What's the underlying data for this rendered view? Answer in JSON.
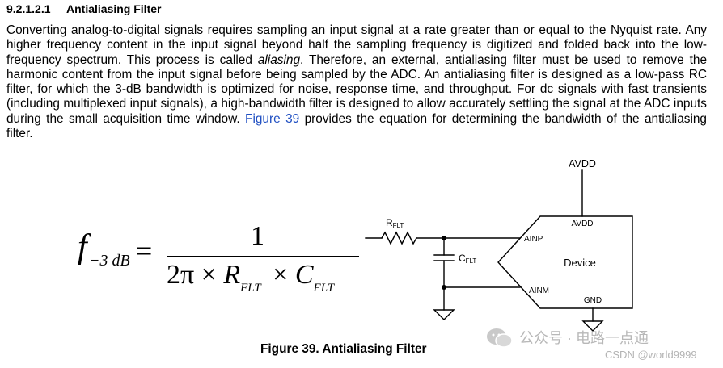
{
  "section": {
    "number": "9.2.1.2.1",
    "title": "Antialiasing Filter"
  },
  "body": {
    "part1": "Converting analog-to-digital signals requires sampling an input signal at a rate greater than or equal to the Nyquist rate. Any higher frequency content in the input signal beyond half the sampling frequency is digitized and folded back into the low-frequency spectrum. This process is called ",
    "emph": "aliasing",
    "part2": ". Therefore, an external, antialiasing filter must be used to remove the harmonic content from the input signal before being sampled by the ADC. An antialiasing filter is designed as a low-pass RC filter, for which the 3-dB bandwidth is optimized for noise, response time, and throughput. For dc signals with fast transients (including multiplexed input signals), a high-bandwidth filter is designed to allow accurately settling the signal at the ADC inputs during the small acquisition time window. ",
    "link": "Figure 39",
    "part3": " provides the equation for determining the bandwidth of the antialiasing filter."
  },
  "formula": {
    "lhs": "f",
    "lhs_sub": "−3 dB",
    "equals": "=",
    "numerator": "1",
    "den_prefix": "2π × ",
    "r": "R",
    "r_sub": "FLT",
    "times": " × ",
    "c": "C",
    "c_sub": "FLT"
  },
  "circuit": {
    "avdd_supply": "AVDD",
    "r_main": "R",
    "r_sub": "FLT",
    "c_main": "C",
    "c_sub": "FLT",
    "pin_ainp": "AINP",
    "pin_ainm": "AINM",
    "pin_avdd": "AVDD",
    "pin_gnd": "GND",
    "device": "Device"
  },
  "caption": "Figure 39.  Antialiasing Filter",
  "watermark": {
    "channel": "公众号 · 电路一点通",
    "csdn": "CSDN @world9999"
  }
}
